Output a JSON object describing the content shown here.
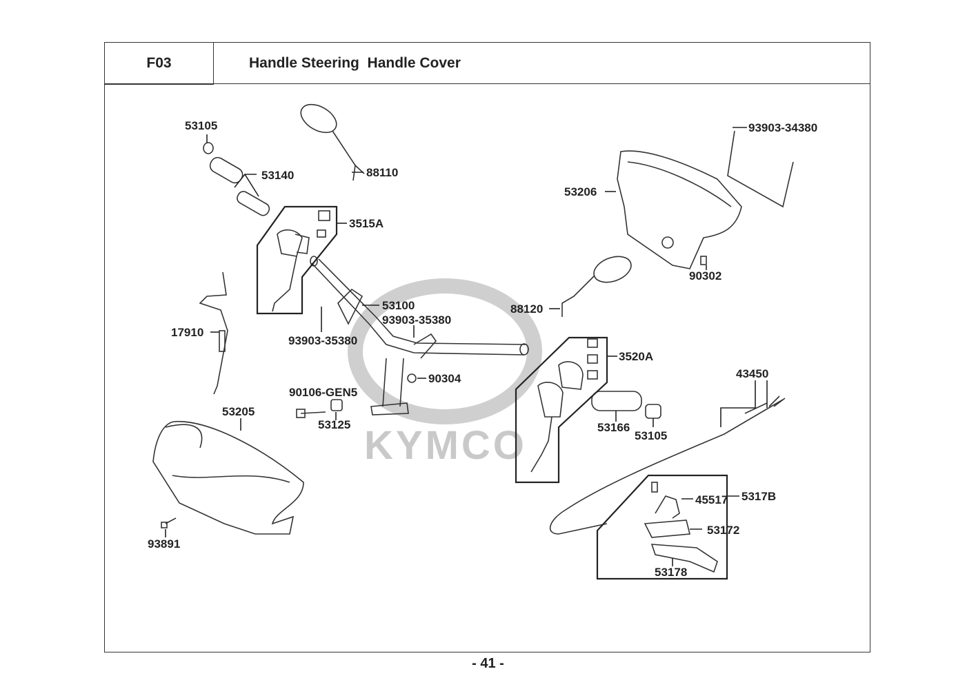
{
  "header": {
    "section_code": "F03",
    "title": "Handle Steering  Handle Cover"
  },
  "watermark": "KYMCO",
  "page_number": "- 41 -",
  "parts": [
    "53105",
    "53140",
    "88110",
    "3515A",
    "93903-34380",
    "53206",
    "90302",
    "53100",
    "93903-35380",
    "93903-35380",
    "88120",
    "17910",
    "3520A",
    "90304",
    "43450",
    "90106-GEN5",
    "53125",
    "53205",
    "53166",
    "53105",
    "45517",
    "5317B",
    "53172",
    "53178",
    "93891"
  ],
  "colors": {
    "line": "#333333",
    "watermark": "#c9c9c9"
  }
}
